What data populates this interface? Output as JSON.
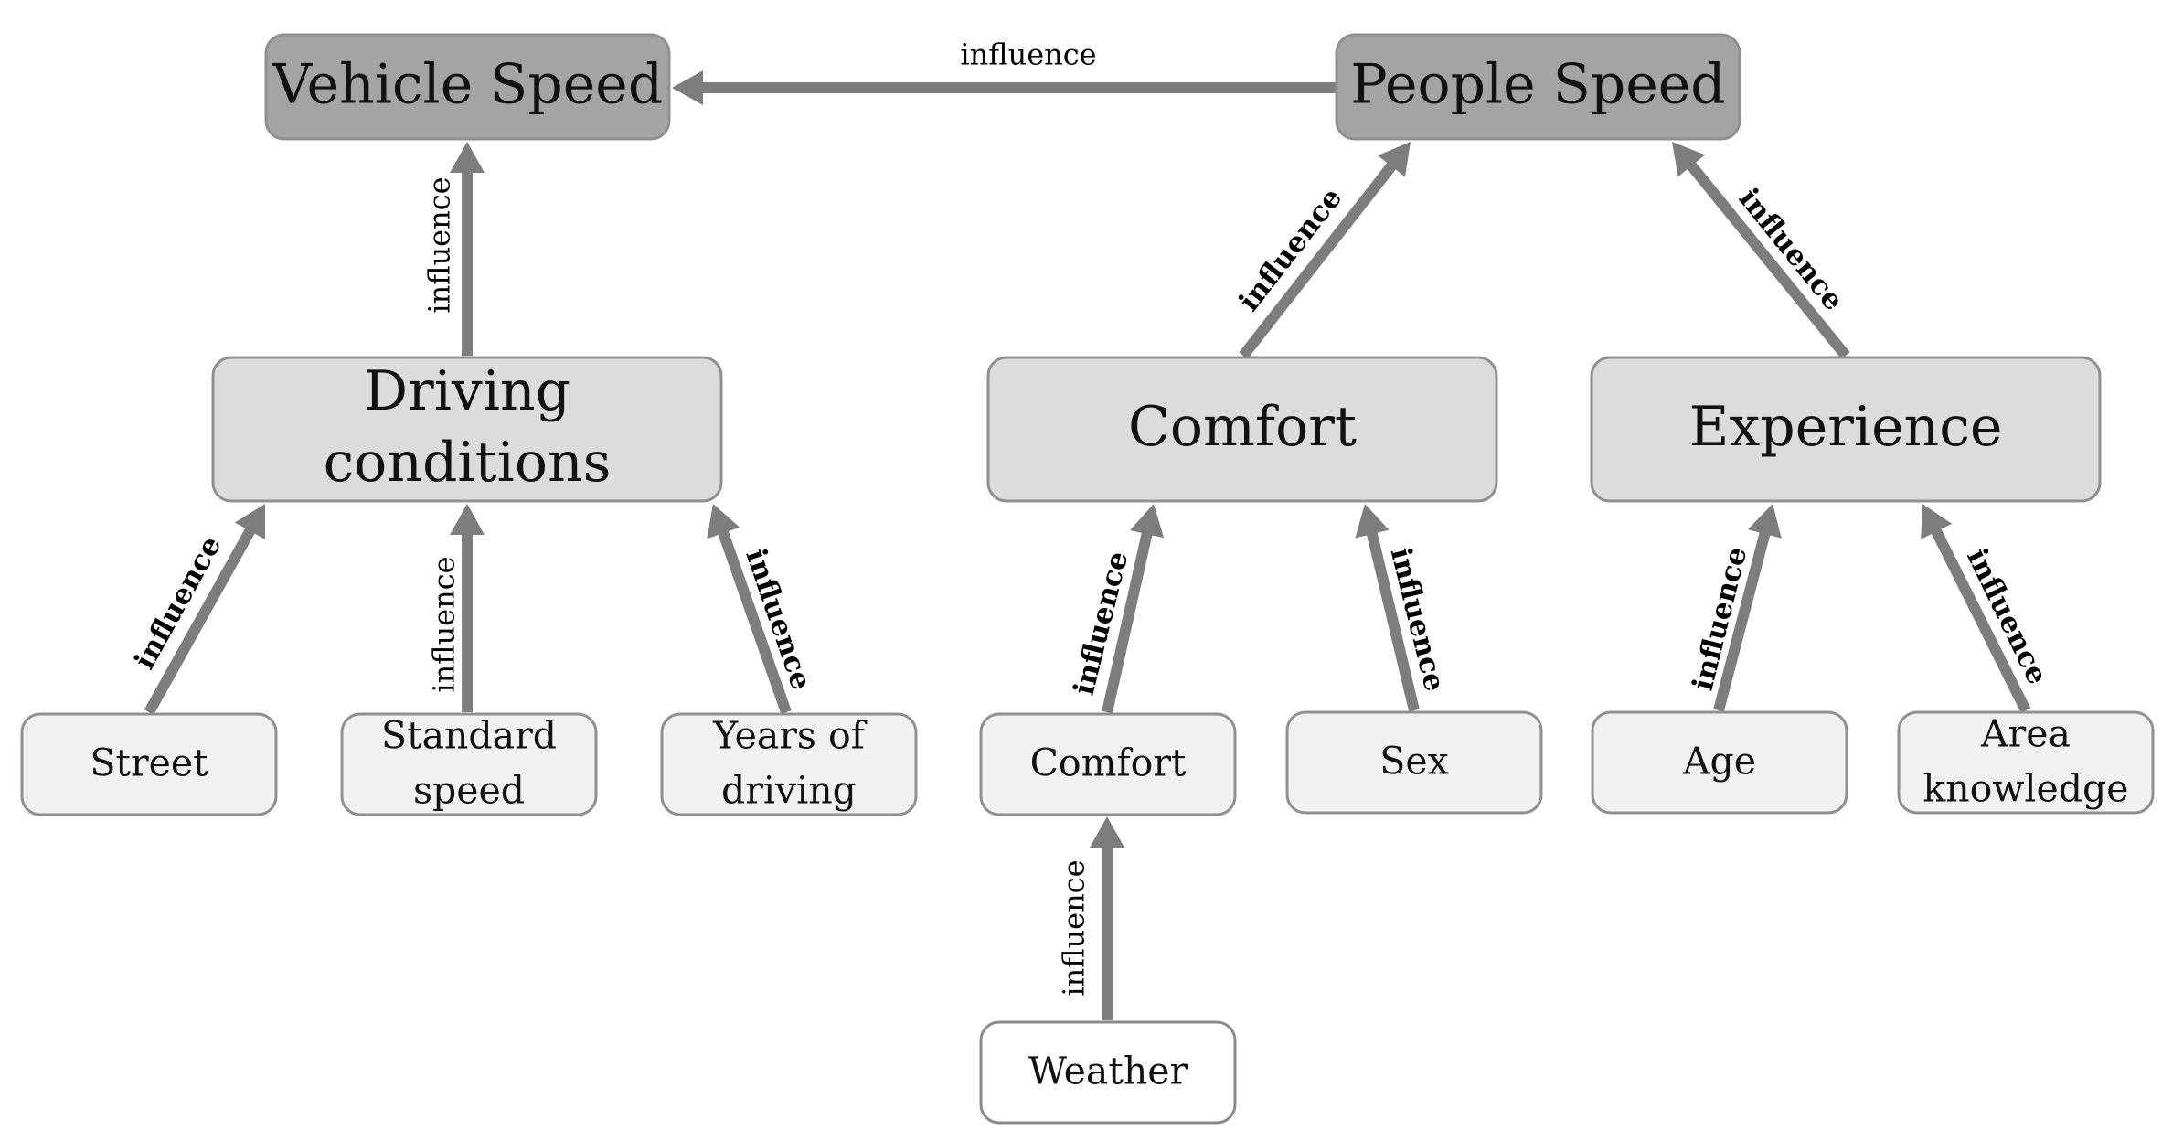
{
  "nodes": {
    "vehicle_speed": "Vehicle Speed",
    "people_speed": "People Speed",
    "driving_conditions": [
      "Driving",
      "conditions"
    ],
    "comfort_top": "Comfort",
    "experience": "Experience",
    "street": "Street",
    "standard_speed": [
      "Standard",
      "speed"
    ],
    "years_of_driving": [
      "Years of",
      "driving"
    ],
    "comfort_leaf": "Comfort",
    "sex": "Sex",
    "age": "Age",
    "area_knowledge": [
      "Area",
      "knowledge"
    ],
    "weather": "Weather"
  },
  "edges": {
    "people_to_vehicle": "influence",
    "driving_to_vehicle": "influence",
    "comfort_to_people": "influence",
    "experience_to_people": "influence",
    "street_to_driving": "influence",
    "standard_to_driving": "influence",
    "years_to_driving": "influence",
    "comfortleaf_to_comfort": "influence",
    "sex_to_comfort": "influence",
    "age_to_experience": "influence",
    "area_to_experience": "influence",
    "weather_to_comfortleaf": "influence"
  },
  "colors": {
    "top_level": "#a4a4a4",
    "mid_level": "#dcdcdc",
    "leaf_level": "#f1f1f1",
    "edge": "#7d7d7d"
  }
}
